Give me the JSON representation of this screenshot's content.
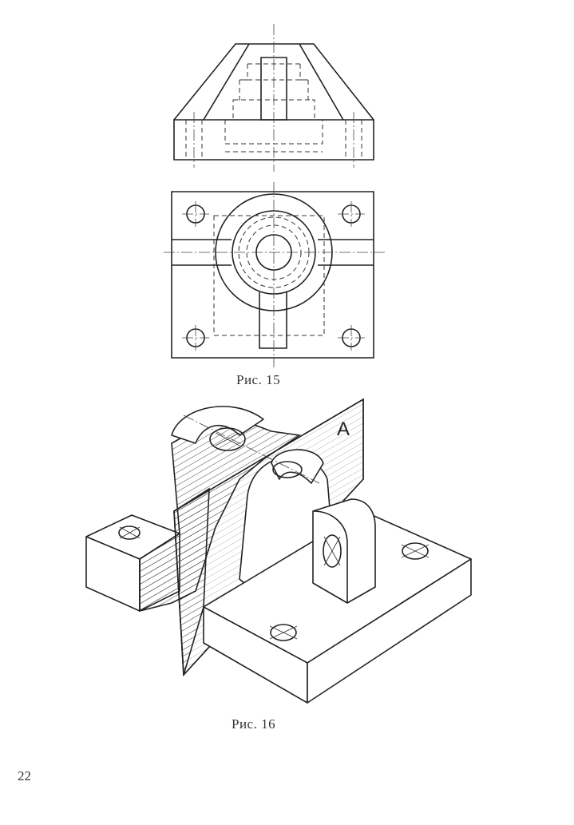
{
  "figures": [
    {
      "caption": "Рис. 15"
    },
    {
      "caption": "Рис. 16",
      "section_plane_label": "А"
    }
  ],
  "page_number": "22",
  "colors": {
    "ink": "#222222",
    "paper": "#ffffff"
  }
}
